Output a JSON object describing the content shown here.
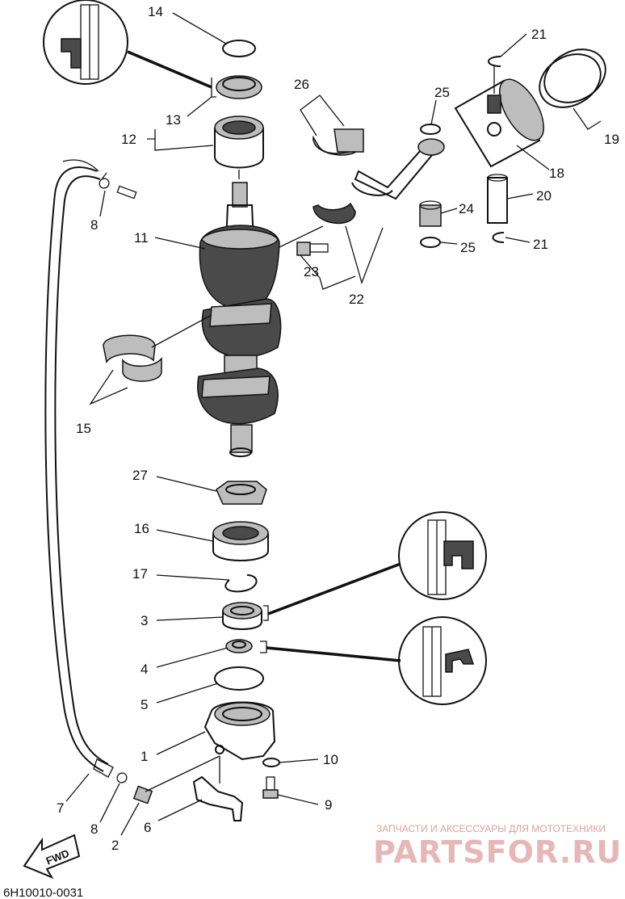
{
  "diagram": {
    "code": "6H10010-0031",
    "fwd_label": "FWD",
    "watermark_top": "ЗАПЧАСТИ И АКСЕССУАРЫ ДЛЯ МОТОТЕХНИКИ",
    "watermark_brand": "PARTSFOR.RU"
  },
  "labels": {
    "n14": "14",
    "n13": "13",
    "n12": "12",
    "n11": "11",
    "n8a": "8",
    "n15": "15",
    "n26": "26",
    "n21a": "21",
    "n25a": "25",
    "n19": "19",
    "n18": "18",
    "n20": "20",
    "n24": "24",
    "n25b": "25",
    "n21b": "21",
    "n23": "23",
    "n22": "22",
    "n27": "27",
    "n16": "16",
    "n17": "17",
    "n3": "3",
    "n4": "4",
    "n5": "5",
    "n1": "1",
    "n10": "10",
    "n9": "9",
    "n7": "7",
    "n8b": "8",
    "n2": "2",
    "n6": "6"
  }
}
